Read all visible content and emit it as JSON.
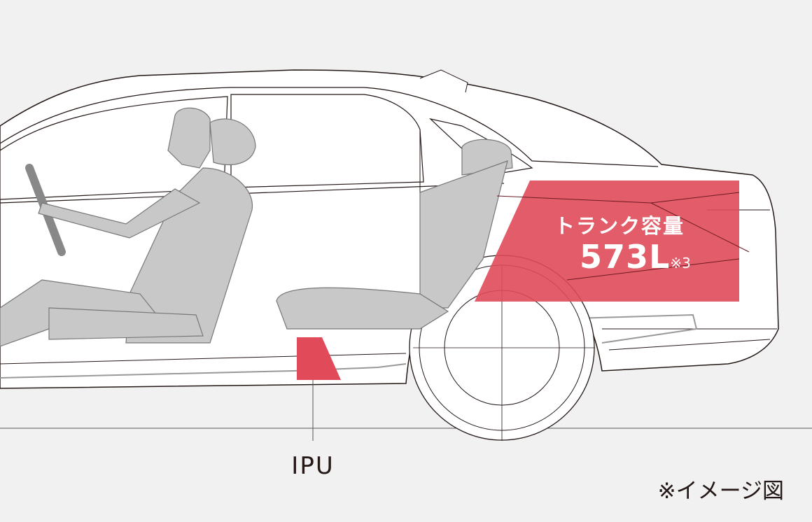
{
  "trunk": {
    "title": "トランク容量",
    "value": "573L",
    "note": "※3"
  },
  "ipu": {
    "label": "IPU"
  },
  "footnote": "※イメージ図",
  "colors": {
    "highlight": "#e04a59",
    "background": "#f1f1f1",
    "seat": "#c8c8c9",
    "line": "#231815"
  }
}
